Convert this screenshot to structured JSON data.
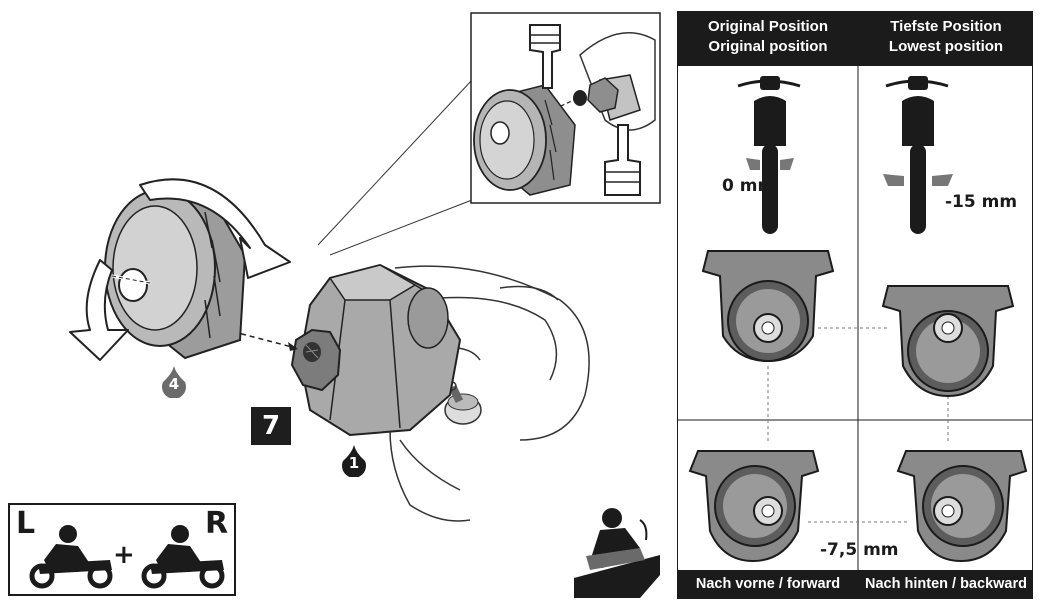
{
  "step": {
    "number": "7"
  },
  "callouts": [
    {
      "id": "knob",
      "number": "4"
    },
    {
      "id": "mount",
      "number": "1"
    }
  ],
  "table": {
    "header": {
      "left": {
        "line1": "Original Position",
        "line2": "Original position"
      },
      "right": {
        "line1": "Tiefste Position",
        "line2": "Lowest position"
      }
    },
    "values": {
      "original_height": "0 mm",
      "lowest_height": "-15 mm",
      "offset": "-7,5 mm"
    },
    "footer": {
      "left": "Nach vorne / forward",
      "right": "Nach hinten / backward"
    }
  },
  "side_selector": {
    "left_letter": "L",
    "right_letter": "R",
    "plus": "+"
  },
  "colors": {
    "dark": "#1b1b1b",
    "part_gray": "#8a8a8a",
    "light_gray": "#cfcfcf"
  },
  "icons": [
    "hand-pointing-down-icon",
    "hand-pointing-up-icon",
    "rotate-arrow-icon",
    "rider-on-slope-icon",
    "motorcyclist-icon"
  ]
}
